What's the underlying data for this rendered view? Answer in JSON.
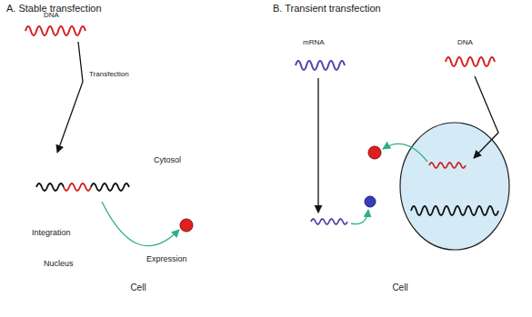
{
  "diagram": {
    "nodes": [
      {
        "text": [
          "Cytosol",
          "Cell"
        ]
      },
      {
        "text": [
          "Integration",
          "Nucleus"
        ],
        "in": 0
      },
      {
        "text": [
          "Cell"
        ]
      }
    ],
    "labels": [
      "A. Stable transfection",
      "DNA",
      "Transfection",
      "Expression",
      "B. Transient transfection",
      "mRNA",
      "DNA"
    ]
  }
}
